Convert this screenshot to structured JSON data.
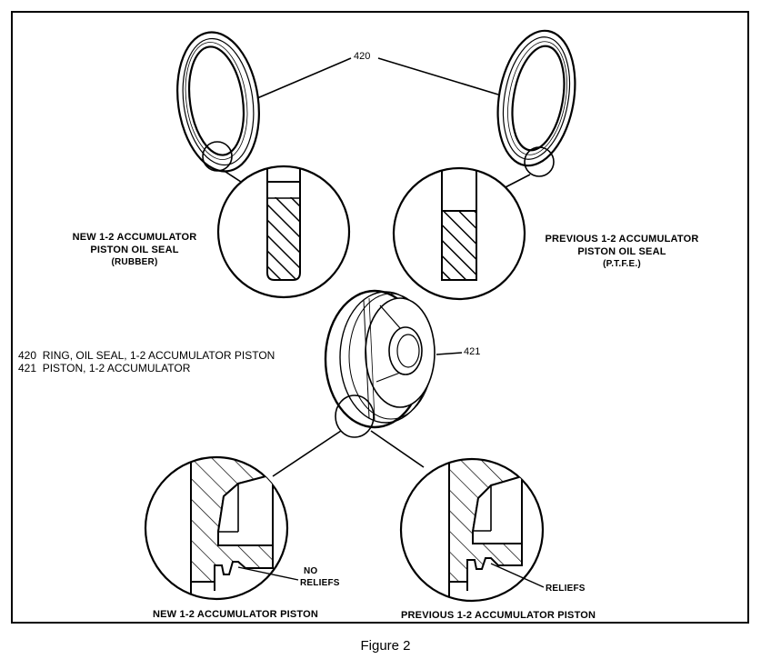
{
  "callouts": {
    "ring_number": "420",
    "piston_number": "421"
  },
  "labels": {
    "new_seal": [
      "NEW 1-2 ACCUMULATOR",
      "PISTON OIL SEAL",
      "(RUBBER)"
    ],
    "previous_seal": [
      "PREVIOUS 1-2 ACCUMULATOR",
      "PISTON OIL SEAL",
      "(P.T.F.E.)"
    ],
    "no_reliefs": [
      "NO",
      "RELIEFS"
    ],
    "reliefs": "RELIEFS",
    "new_piston": "NEW 1-2 ACCUMULATOR PISTON",
    "previous_piston": "PREVIOUS 1-2 ACCUMULATOR PISTON"
  },
  "legend": [
    {
      "number": "420",
      "text": "RING, OIL SEAL, 1-2 ACCUMULATOR PISTON"
    },
    {
      "number": "421",
      "text": "PISTON, 1-2 ACCUMULATOR"
    }
  ],
  "caption": "Figure 2"
}
